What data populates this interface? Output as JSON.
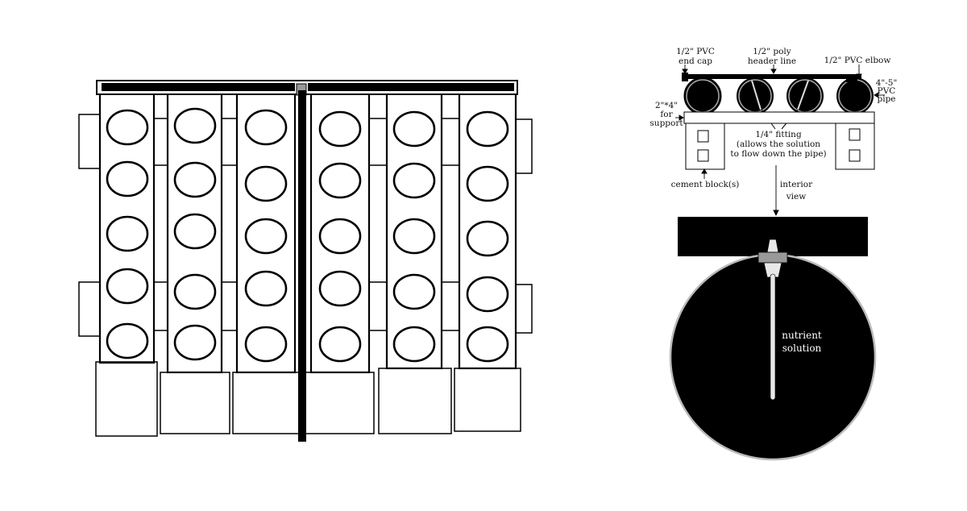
{
  "diagram": {
    "labels": {
      "end_cap": [
        "1/2\" PVC",
        "end cap"
      ],
      "header_line": [
        "1/2\" poly",
        "header line"
      ],
      "elbow": [
        "1/2\" PVC elbow"
      ],
      "pipe": [
        "4\"-5\"",
        "PVC",
        "pipe"
      ],
      "support": [
        "2\"*4\"",
        "for",
        "support"
      ],
      "fitting": [
        "1/4\" fitting",
        "(allows the solution",
        "to flow down the pipe)"
      ],
      "cement": [
        "cement block(s)"
      ],
      "interior": [
        "interior",
        "view"
      ],
      "nutrient": [
        "nutrient",
        "solution"
      ]
    },
    "colors": {
      "ink": "#000000",
      "paper": "#ffffff",
      "solution": "#000000",
      "tube": "#e8e8e8"
    }
  }
}
